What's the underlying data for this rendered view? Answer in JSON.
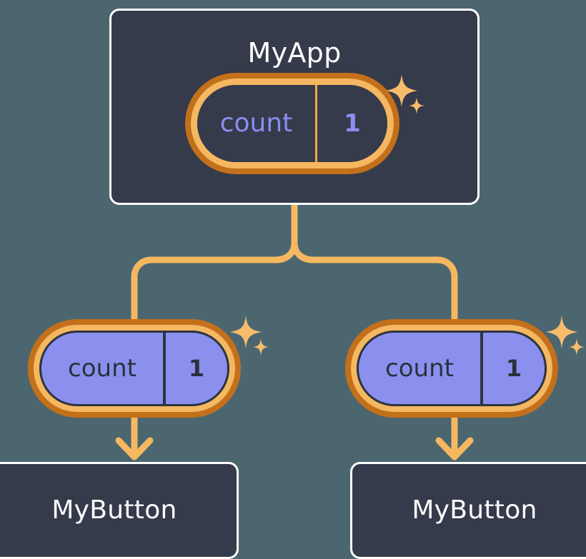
{
  "theme": {
    "background": "#4c6670",
    "card_fill": "#353b4a",
    "card_border": "#ffffff",
    "signal_ring_outer": "#c4701a",
    "signal_ring_inner": "#f5b860",
    "signal_fill_purple": "#8b90ef",
    "signal_text_purple": "#8b8ef2",
    "signal_text_dark": "#2b313c",
    "wire": "#f5b860",
    "sparkle": "#f7bc6b"
  },
  "diagram": {
    "type": "component-signal-tree",
    "root": {
      "name": "root-component",
      "title": "MyApp",
      "signal": {
        "label": "count",
        "value": "1",
        "style": "dark"
      },
      "sparkle": true
    },
    "children": [
      {
        "name": "child-left",
        "signal": {
          "label": "count",
          "value": "1",
          "style": "purple"
        },
        "sparkle": true,
        "leaf": {
          "title": "MyButton"
        }
      },
      {
        "name": "child-right",
        "signal": {
          "label": "count",
          "value": "1",
          "style": "purple"
        },
        "sparkle": true,
        "leaf": {
          "title": "MyButton"
        }
      }
    ]
  },
  "icons": {
    "sparkle_large": "sparkle-four-point-large",
    "sparkle_small": "sparkle-four-point-small",
    "arrow_down": "arrow-down-icon"
  }
}
